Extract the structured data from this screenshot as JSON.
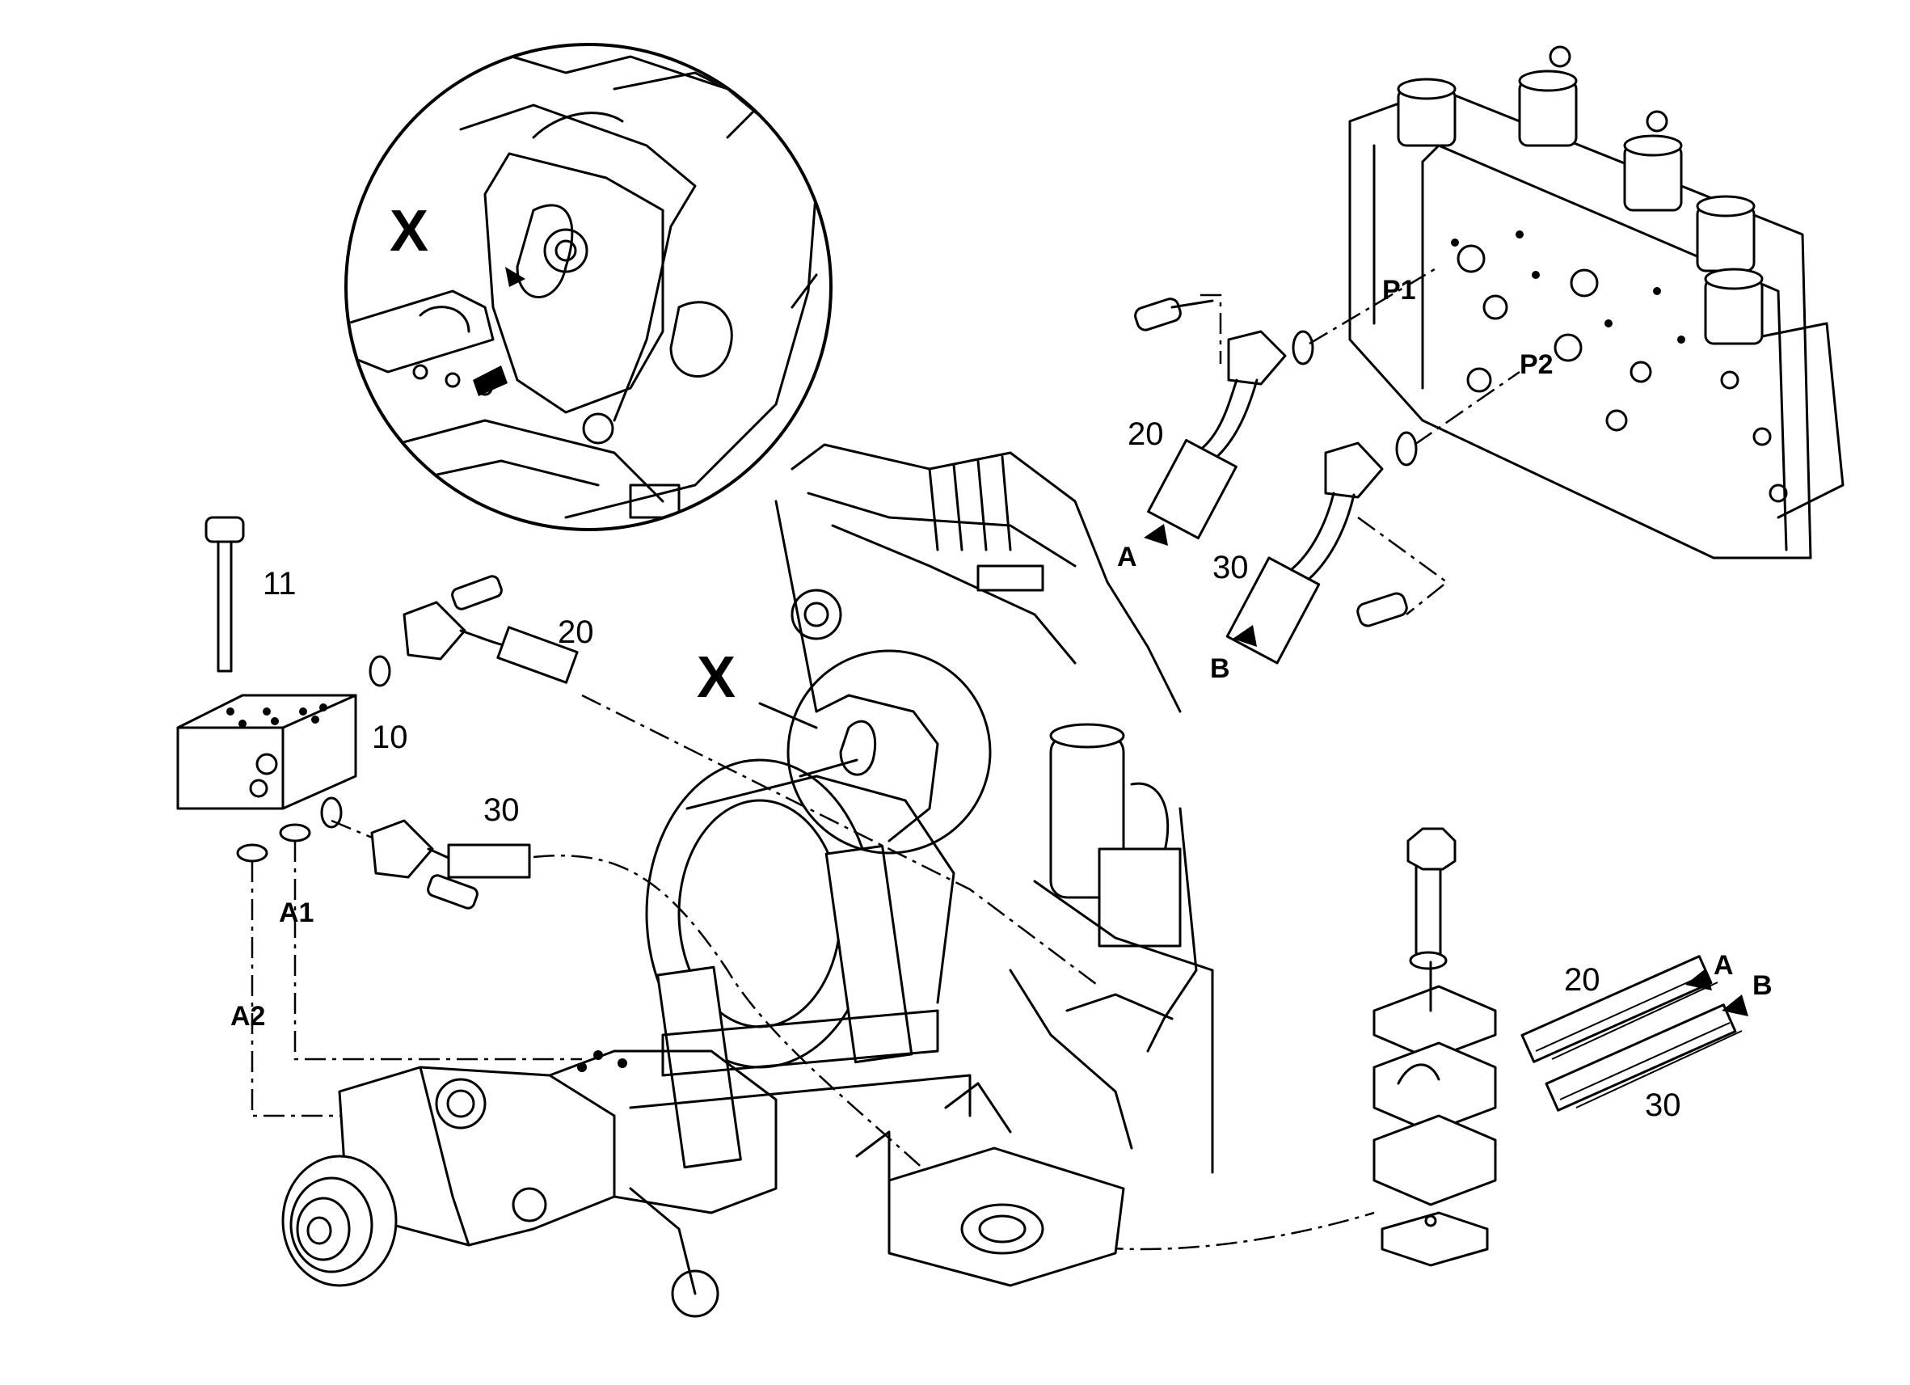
{
  "detail_label": "X",
  "labels": {
    "item_11": "11",
    "item_10": "10",
    "item_20_block": "20",
    "item_30_block": "30",
    "item_20_valve": "20",
    "item_30_valve": "30",
    "item_20_hose": "20",
    "item_30_hose": "30",
    "port_A1": "A1",
    "port_A2": "A2",
    "port_P1": "P1",
    "port_P2": "P2",
    "port_A_valve": "A",
    "port_B_valve": "B",
    "port_A_hose": "A",
    "port_B_hose": "B",
    "detail_X_inset": "X",
    "detail_X_main": "X"
  }
}
